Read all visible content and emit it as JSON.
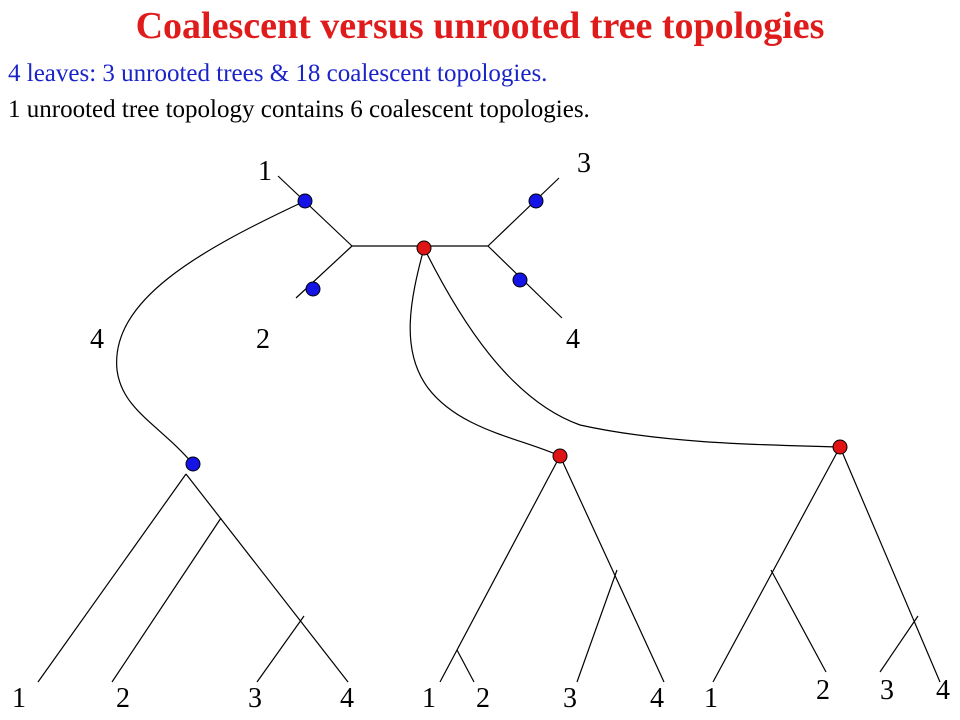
{
  "title": "Coalescent versus unrooted tree topologies",
  "subtitle_line1": "4 leaves: 3 unrooted trees & 18 coalescent topologies.",
  "subtitle_line2": "1 unrooted tree topology contains 6 coalescent topologies.",
  "colors": {
    "title": "#e01b1b",
    "blue_node": "#1414e6",
    "red_node": "#e01414",
    "line": "#000000"
  },
  "unrooted_tree": {
    "labels": [
      "1",
      "2",
      "3",
      "4"
    ]
  },
  "branch_labels": {
    "left": "4",
    "middle": "2",
    "right": "4"
  },
  "coalescent_trees": [
    {
      "leaf_labels": [
        "1",
        "2",
        "3",
        "4"
      ]
    },
    {
      "leaf_labels": [
        "1",
        "2",
        "3",
        "4"
      ]
    },
    {
      "leaf_labels": [
        "1",
        "2",
        "3",
        "4"
      ]
    }
  ]
}
